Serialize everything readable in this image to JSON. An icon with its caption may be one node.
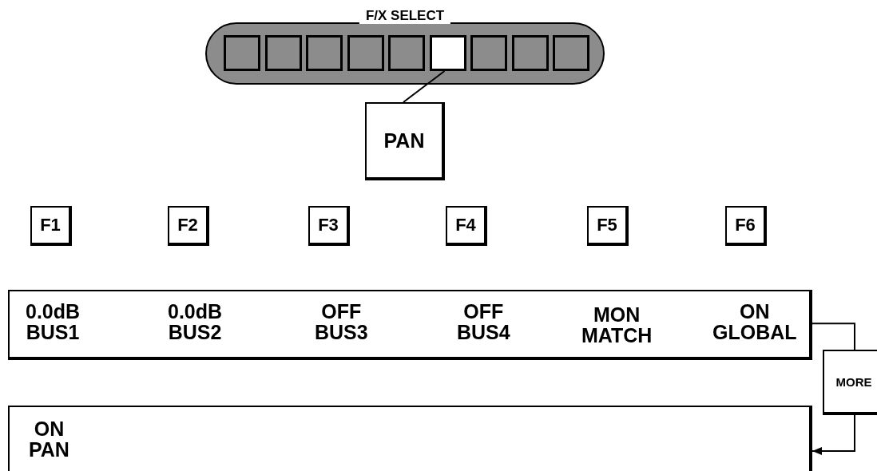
{
  "diagram": {
    "nodes": [
      {
        "text": [
          "F/X SELECT"
        ]
      },
      {
        "text": [],
        "shape": "box",
        "in": 0
      },
      {
        "text": [],
        "shape": "box",
        "in": 0
      },
      {
        "text": [],
        "shape": "box",
        "in": 0
      },
      {
        "text": [],
        "shape": "box",
        "in": 0
      },
      {
        "text": [],
        "shape": "box",
        "in": 0
      },
      {
        "text": [],
        "shape": "box",
        "in": 0
      },
      {
        "text": [],
        "shape": "box",
        "in": 0
      },
      {
        "text": [],
        "shape": "box",
        "in": 0
      },
      {
        "text": [],
        "shape": "box",
        "in": 0
      },
      {
        "text": [
          "PAN"
        ]
      },
      {
        "text": [
          "F1"
        ]
      },
      {
        "text": [
          "F2"
        ]
      },
      {
        "text": [
          "F3"
        ]
      },
      {
        "text": [
          "F4"
        ]
      },
      {
        "text": [
          "F5"
        ]
      },
      {
        "text": [
          "F6"
        ]
      },
      {
        "text": [
          "0.0dB BUS1",
          "0.0dB BUS2",
          "OFF BUS3",
          "OFF BUS4",
          "MON MATCH",
          "ON GLOBAL"
        ]
      },
      {
        "text": [
          "MORE"
        ]
      },
      {
        "text": [
          "ON PAN"
        ]
      }
    ],
    "edges": [
      {
        "from": 10,
        "to": 6,
        "arrow": "none"
      },
      {
        "from": 17,
        "to": 18,
        "arrow": "none"
      },
      {
        "from": 18,
        "to": 19,
        "arrow": "to"
      }
    ]
  }
}
